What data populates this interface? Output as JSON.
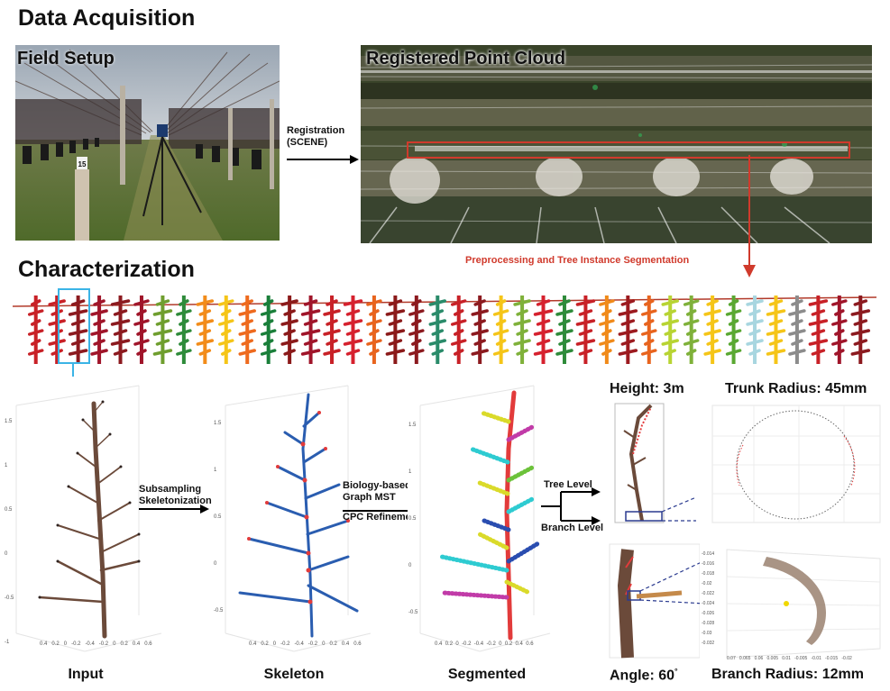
{
  "titles": {
    "data_acquisition": "Data Acquisition",
    "characterization": "Characterization",
    "field_setup": "Field Setup",
    "registered_point_cloud": "Registered Point Cloud"
  },
  "steps": {
    "registration": "Registration",
    "registration_tool": "(SCENE)",
    "preprocessing": "Preprocessing and Tree Instance Segmentation",
    "subsampling": "Subsampling",
    "skeletonization": "Skeletonization",
    "biology_graph": "Biology-based",
    "graph_mst": "Graph MST",
    "cpc_refinement": "CPC Refinement",
    "tree_level": "Tree Level",
    "branch_level": "Branch Level"
  },
  "stage_labels": {
    "input": "Input",
    "skeleton": "Skeleton",
    "segmented": "Segmented"
  },
  "measurements": {
    "height": "Height: 3m",
    "trunk_radius": "Trunk Radius: 45mm",
    "angle": "Angle: 60",
    "angle_unit": "°",
    "branch_radius": "Branch Radius: 12mm"
  },
  "photo": {
    "post_number": "15"
  },
  "axis_ticks": {
    "input_y": [
      "1.5",
      "1",
      "0.5",
      "0",
      "-0.5",
      "-1"
    ],
    "input_x": [
      "0.4",
      "0.2",
      "0",
      "-0.2",
      "-0.4",
      "-0.2",
      "0",
      "0.2",
      "0.4",
      "0.6"
    ],
    "skeleton_y": [
      "1.5",
      "1",
      "0.5",
      "0",
      "-0.5"
    ],
    "skeleton_x": [
      "0.4",
      "0.2",
      "0",
      "-0.2",
      "-0.4",
      "-0.2",
      "0",
      "0.2",
      "0.4",
      "0.6"
    ],
    "segmented_y": [
      "1.5",
      "1",
      "0.5",
      "0",
      "-0.5"
    ],
    "segmented_x": [
      "0.4",
      "0.2",
      "0",
      "-0.2",
      "-0.4",
      "-0.2",
      "0",
      "0.2",
      "0.4",
      "0.6"
    ],
    "branch_radius_y": [
      "-0.014",
      "-0.016",
      "-0.018",
      "-0.02",
      "-0.022",
      "-0.024",
      "-0.026",
      "-0.028",
      "-0.03",
      "-0.032"
    ],
    "branch_radius_x": [
      "0.07",
      "0.065",
      "0.06",
      "0.005",
      "0.01",
      "-0.005",
      "-0.01",
      "-0.015",
      "-0.02"
    ]
  },
  "colors": {
    "arrow_red": "#d03a2c",
    "highlight_blue": "#3bb4e6",
    "skeleton_blue": "#2a5db0",
    "skeleton_red": "#e23b3b",
    "bark_brown": "#6b4a3a"
  },
  "tree_row_colors": [
    "#c82127",
    "#c82127",
    "#8c1a1f",
    "#a0152a",
    "#8c1a1f",
    "#a0152a",
    "#6f9e2e",
    "#2e8b3a",
    "#f28c1a",
    "#f5c518",
    "#ee6a1e",
    "#1a7f3a",
    "#8b1a1a",
    "#a0152a",
    "#c82127",
    "#d6212e",
    "#e8641e",
    "#8b1a1a",
    "#8c1a1f",
    "#2a8b6a",
    "#c82127",
    "#8c1a1f",
    "#f5c518",
    "#7fb13a",
    "#d6212e",
    "#2e8b3a",
    "#c82127",
    "#f08a1a",
    "#9c1a1f",
    "#e8641e",
    "#b8d433",
    "#7fb13a",
    "#f5c518",
    "#5aa832",
    "#a8d6e0",
    "#f5c518",
    "#8c8c8c",
    "#c82127",
    "#a0152a",
    "#8c1a1f"
  ]
}
